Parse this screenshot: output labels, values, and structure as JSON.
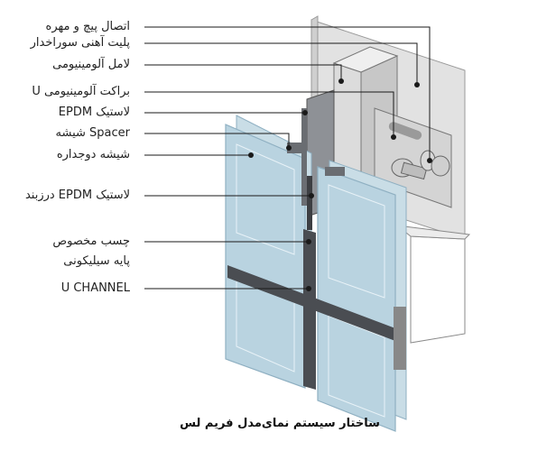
{
  "labels": {
    "bolt_nut": "اتصال پیچ و مهره",
    "slotted_plate": "پلیت آهنی سوراخدار",
    "aluminum_mullion": "لامل آلومینیومی",
    "u_bracket": "براکت آلومینیومی U",
    "epdm_rubber": "لاستیک EPDM",
    "spacer": "Spacer شیشه",
    "double_glass": "شیشه دوجداره",
    "epdm_joint": "لاستیک EPDM درزبند",
    "silicone_line1": "چسب مخصوص",
    "silicone_line2": "پایه سیلیکونی",
    "u_channel": "U CHANNEL"
  },
  "caption": "ساختار سیستم نمای‌مدل فریم لس",
  "colors": {
    "glass": "#b9d3e0",
    "glass_edge": "#8fb0c2",
    "wall": "#d9d9d9",
    "profile": "#4a4d52",
    "leader": "#1a1a1a"
  }
}
